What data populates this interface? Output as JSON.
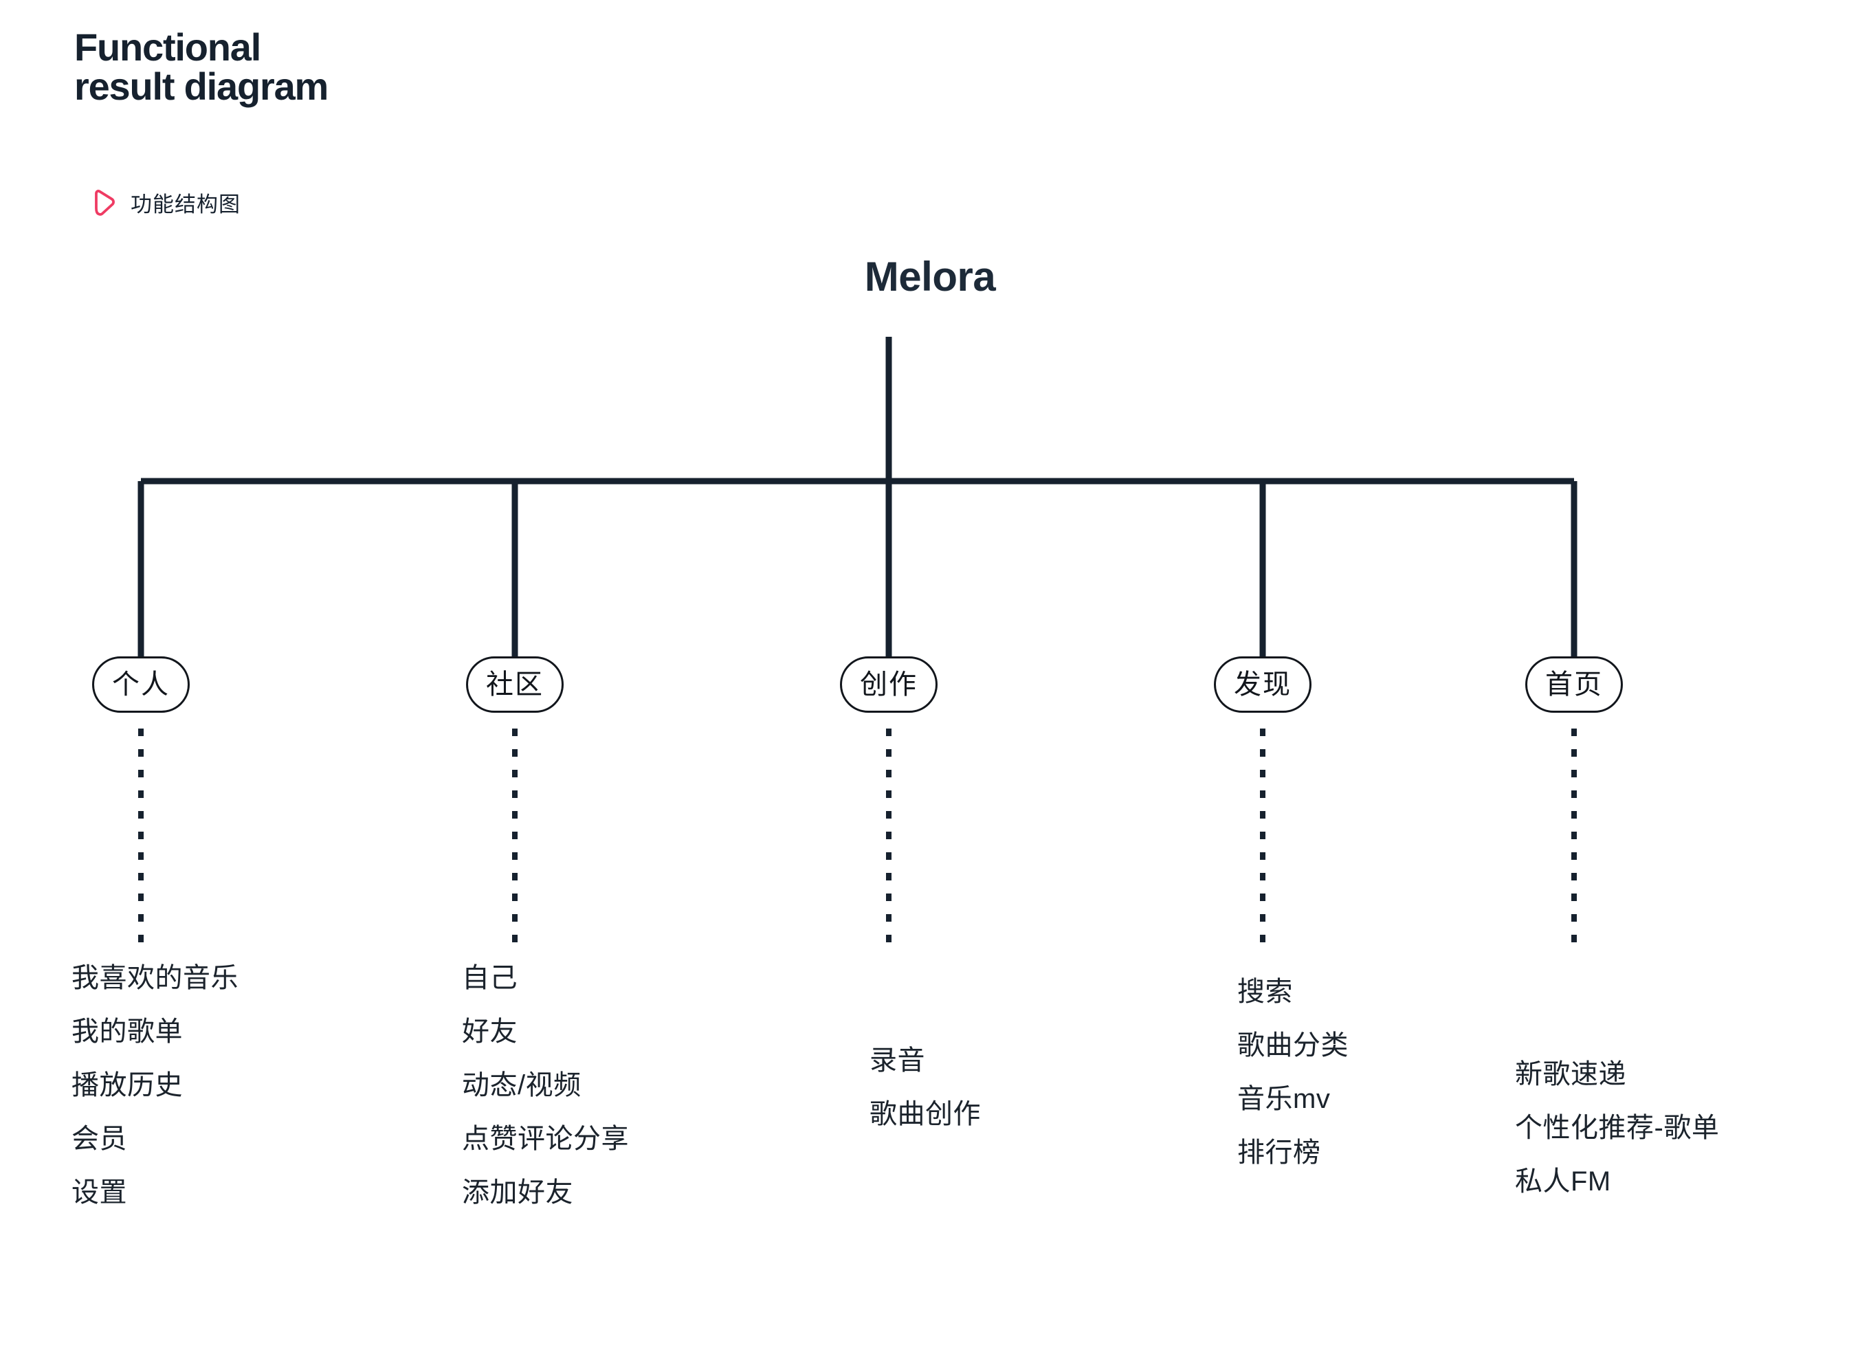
{
  "header": {
    "title_lines": [
      "Functional",
      "result diagram"
    ],
    "subtitle": "功能结构图",
    "play_icon_name": "play-triangle-icon",
    "accent_color": "#ef3b63",
    "text_color": "#16212e"
  },
  "diagram": {
    "root": {
      "label": "Melora"
    },
    "branches": [
      {
        "label": "个人",
        "children": [
          "我喜欢的音乐",
          "我的歌单",
          "播放历史",
          "会员",
          "设置"
        ]
      },
      {
        "label": "社区",
        "children": [
          "自己",
          "好友",
          "动态/视频",
          "点赞评论分享",
          "添加好友"
        ]
      },
      {
        "label": "创作",
        "children": [
          "录音",
          "歌曲创作"
        ]
      },
      {
        "label": "发现",
        "children": [
          "搜索",
          "歌曲分类",
          "音乐mv",
          "排行榜"
        ]
      },
      {
        "label": "首页",
        "children": [
          "新歌速递",
          "个性化推荐-歌单",
          "私人FM"
        ]
      }
    ],
    "line_color": "#16212e",
    "connector_style": "solid-bus-with-dotted-drops"
  }
}
